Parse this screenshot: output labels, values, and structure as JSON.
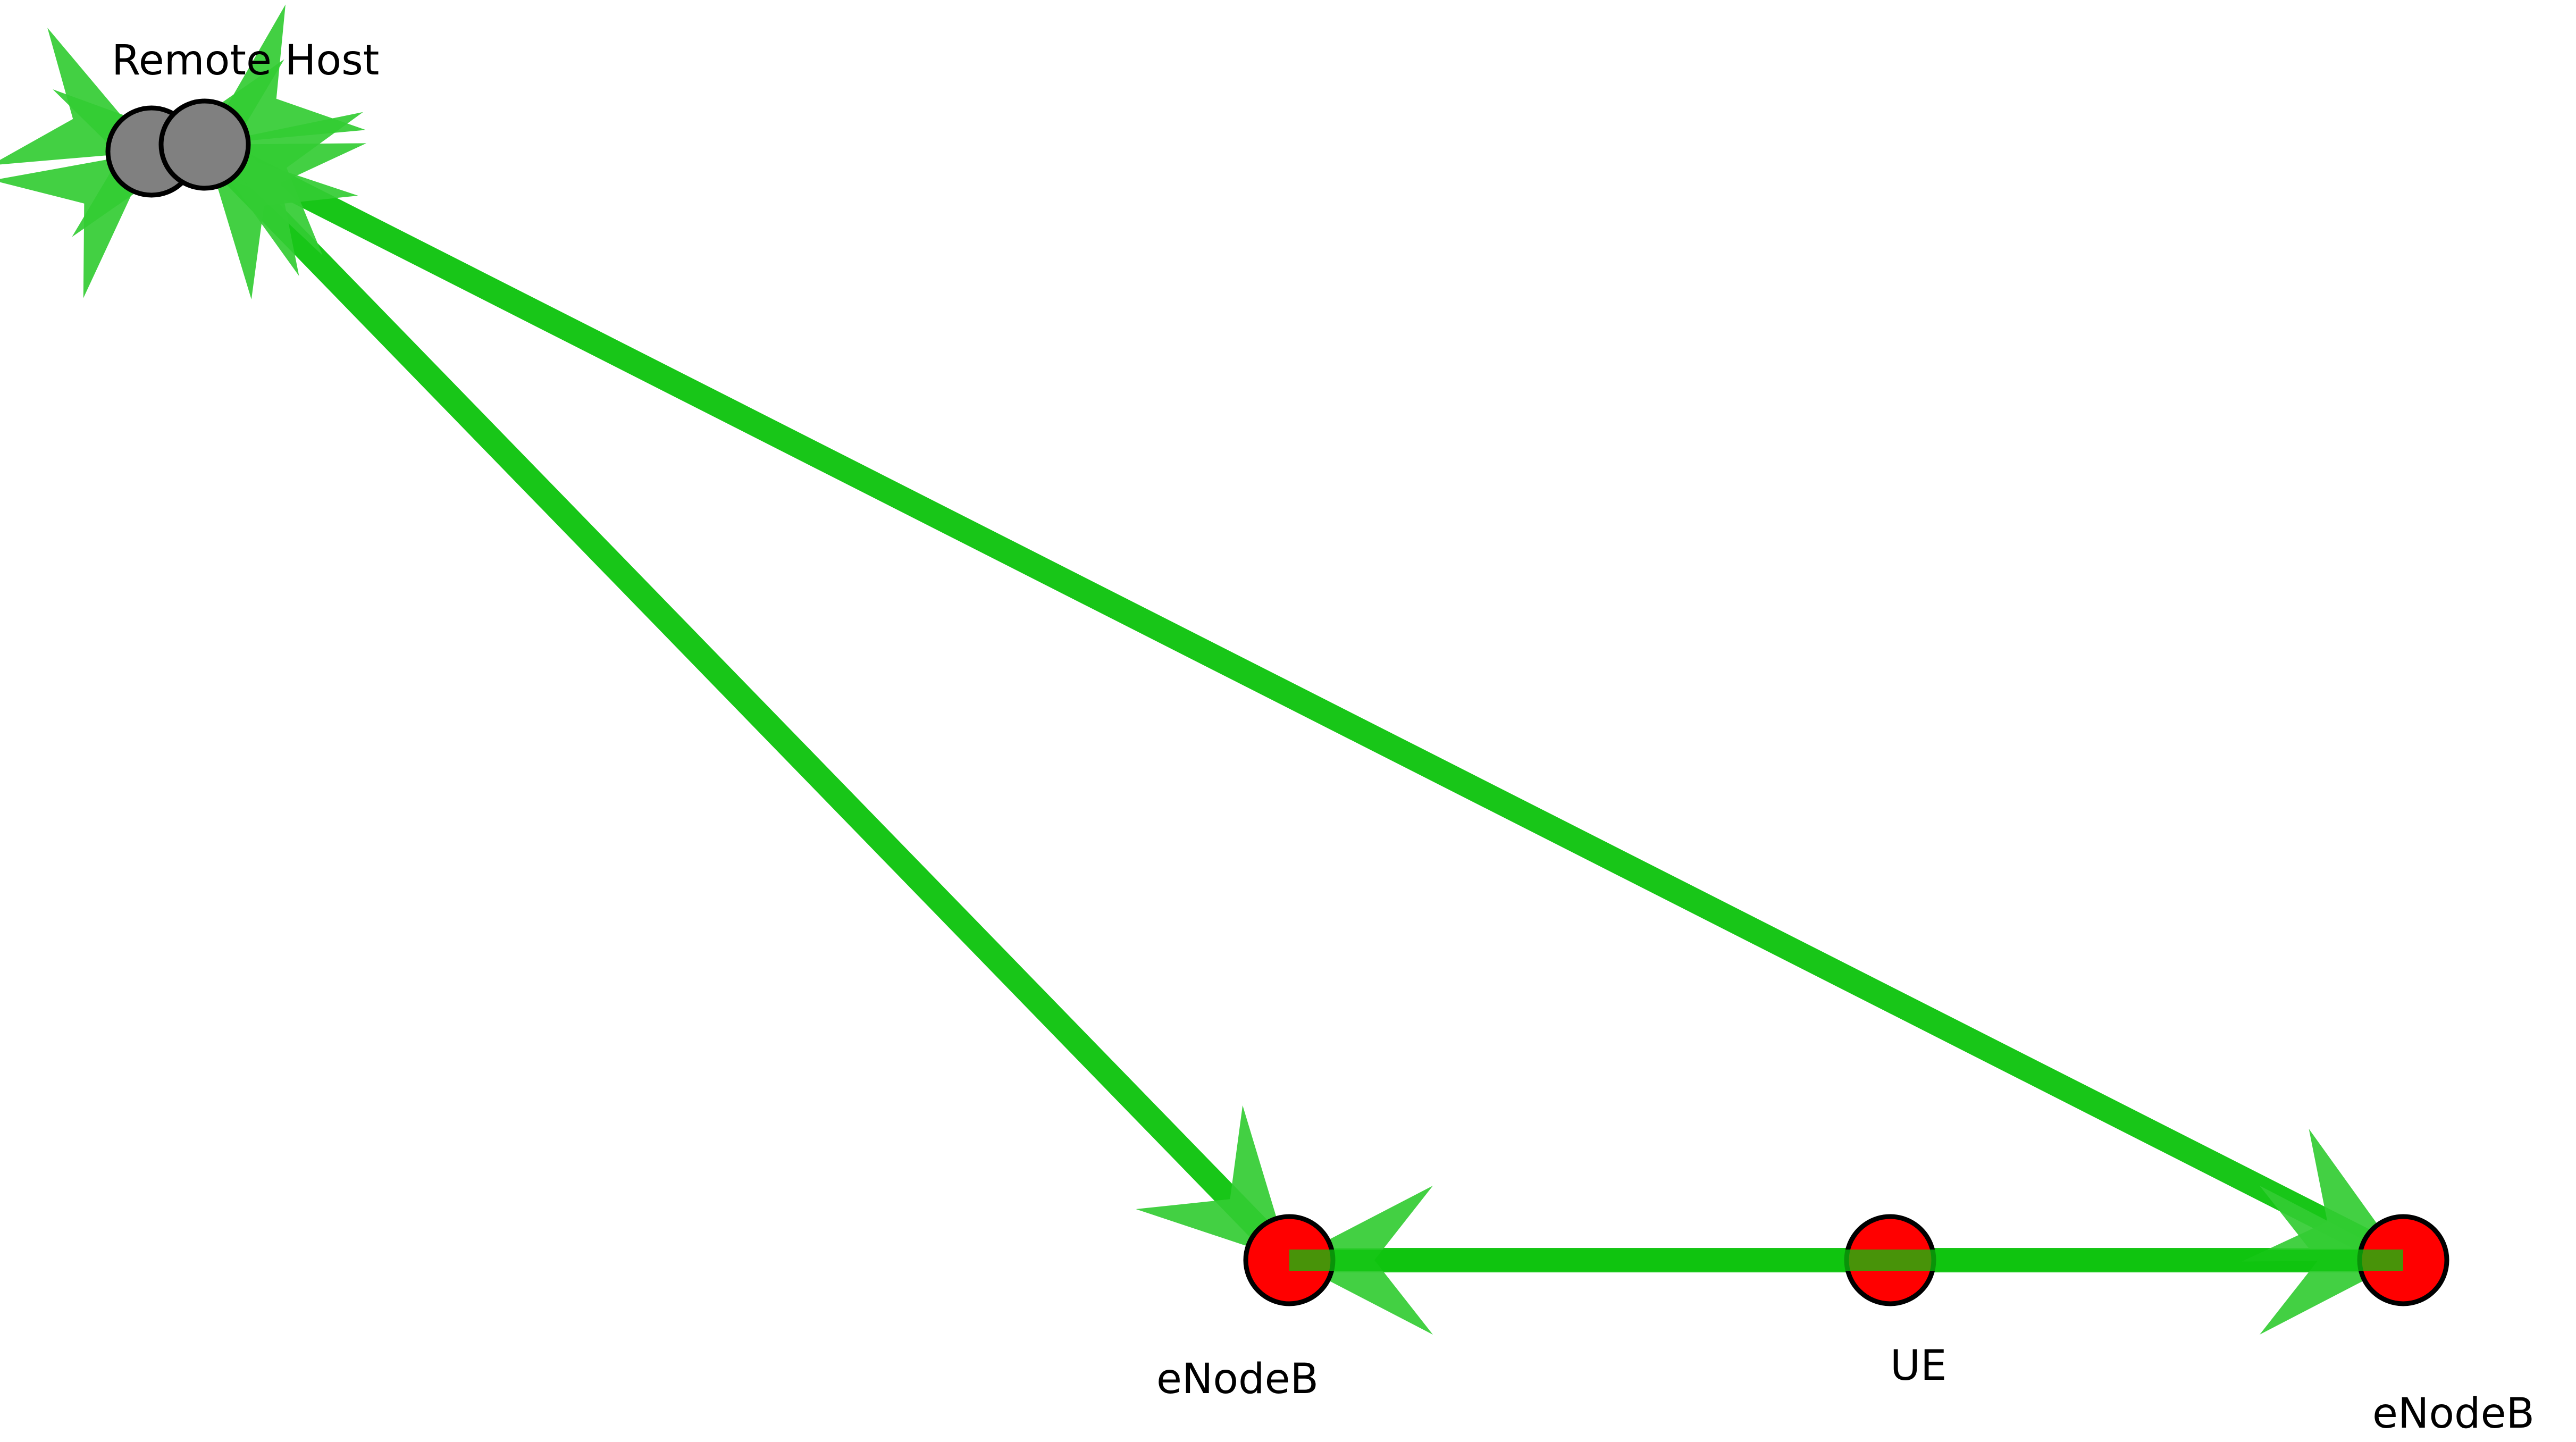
{
  "diagram": {
    "type": "network-topology",
    "colors": {
      "background": "#ffffff",
      "edge": "#0cc40c",
      "arrowhead": "#33cc33",
      "host_node": "#808080",
      "enb_node": "#ff0000",
      "ue_node": "#ff0000",
      "node_outline": "#000000"
    },
    "nodes": [
      {
        "id": "rh1",
        "kind": "host"
      },
      {
        "id": "rh2",
        "kind": "host"
      },
      {
        "id": "enb1",
        "kind": "enb"
      },
      {
        "id": "ue",
        "kind": "ue"
      },
      {
        "id": "enb2",
        "kind": "enb"
      }
    ],
    "labels": {
      "remote_host": "Remote Host",
      "enb_left": "eNodeB",
      "ue": "UE",
      "enb_right": "eNodeB"
    },
    "edges": [
      {
        "from": "rh2",
        "to": "enb1",
        "bidirectional": true
      },
      {
        "from": "rh2",
        "to": "enb2",
        "bidirectional": true
      },
      {
        "from": "enb1",
        "to": "enb2",
        "bidirectional": true
      },
      {
        "from": "rh2",
        "to": "rh1",
        "bidirectional": true
      }
    ]
  }
}
